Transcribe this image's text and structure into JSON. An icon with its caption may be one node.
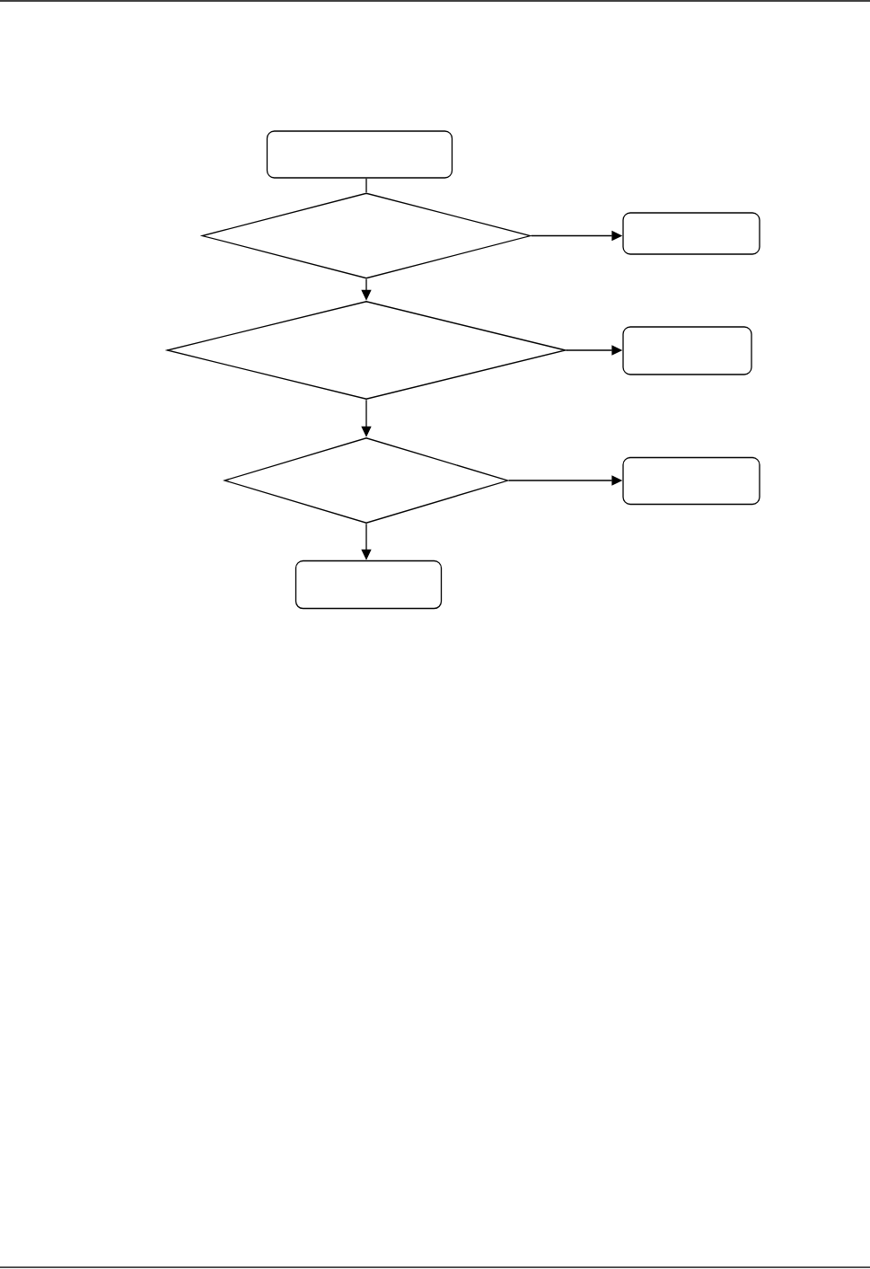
{
  "diagram": {
    "nodes": [
      {
        "text": [],
        "shape": "box"
      },
      {
        "text": [],
        "shape": "diamond"
      },
      {
        "text": [],
        "shape": "box"
      },
      {
        "text": [],
        "shape": "diamond"
      },
      {
        "text": [],
        "shape": "box"
      },
      {
        "text": [],
        "shape": "diamond"
      },
      {
        "text": [],
        "shape": "box"
      },
      {
        "text": [],
        "shape": "box"
      }
    ],
    "edges": [
      {
        "from": 0,
        "to": 1,
        "arrow": "none"
      },
      {
        "from": 1,
        "to": 2,
        "arrow": "to"
      },
      {
        "from": 1,
        "to": 3,
        "arrow": "to"
      },
      {
        "from": 3,
        "to": 4,
        "arrow": "to"
      },
      {
        "from": 3,
        "to": 5,
        "arrow": "to"
      },
      {
        "from": 5,
        "to": 6,
        "arrow": "to"
      },
      {
        "from": 5,
        "to": 7,
        "arrow": "to"
      }
    ]
  }
}
